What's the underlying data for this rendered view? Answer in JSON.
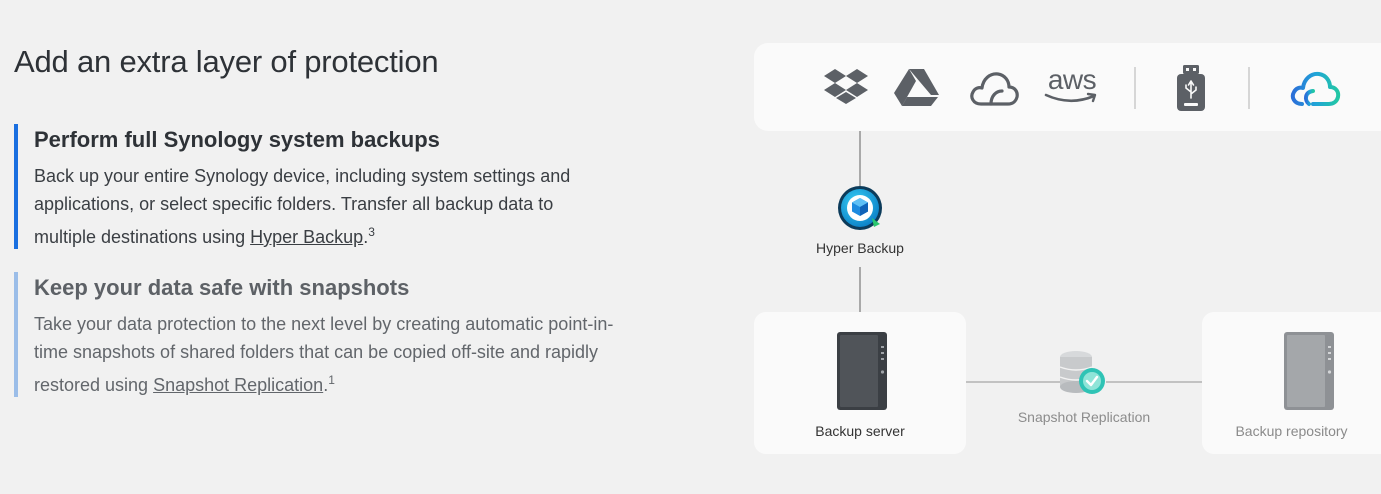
{
  "heading": "Add an extra layer of protection",
  "features": [
    {
      "title": "Perform full Synology system backups",
      "text": "Back up your entire Synology device, including system settings and applications, or select specific folders. Transfer all backup data to multiple destinations using ",
      "link": "Hyper Backup",
      "after": ".",
      "sup": "3"
    },
    {
      "title": "Keep your data safe with snapshots",
      "text": "Take your data protection to the next level by creating automatic point-in-time snapshots of shared folders that can be copied off-site and rapidly restored using ",
      "link": "Snapshot Replication",
      "after": ".",
      "sup": "1"
    }
  ],
  "destinations": {
    "icons": [
      "dropbox-icon",
      "google-drive-icon",
      "cloud-icon",
      "aws-icon",
      "usb-drive-icon",
      "synology-c2-icon"
    ],
    "aws_text": "aws"
  },
  "diagram": {
    "hyper_backup_label": "Hyper Backup",
    "backup_server_label": "Backup server",
    "snapshot_replication_label": "Snapshot Replication",
    "backup_repository_label": "Backup repository"
  },
  "colors": {
    "active_bar": "#1a6fe0",
    "inactive_bar": "#9bbde8",
    "page_bg": "#f1f1f1"
  }
}
